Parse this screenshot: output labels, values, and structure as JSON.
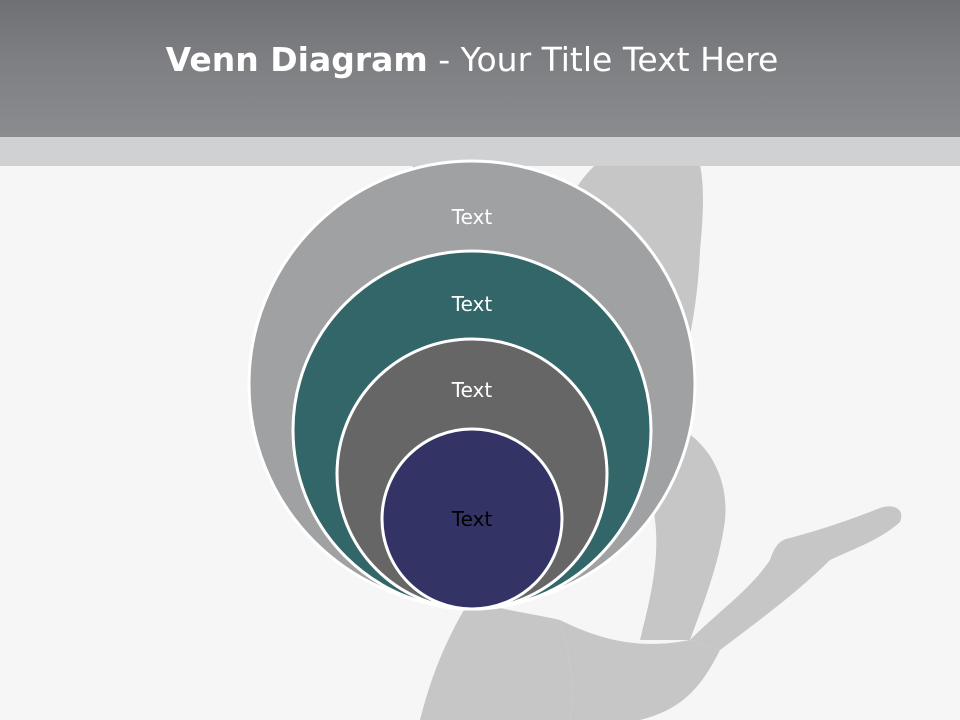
{
  "title": {
    "bold": "Venn Diagram",
    "rest": " - Your Title Text Here"
  },
  "venn": {
    "layers": [
      {
        "label": "Text",
        "color": "#a0a1a3",
        "text_color": "#ffffff"
      },
      {
        "label": "Text",
        "color": "#336668",
        "text_color": "#ffffff"
      },
      {
        "label": "Text",
        "color": "#666666",
        "text_color": "#ffffff"
      },
      {
        "label": "Text",
        "color": "#333366",
        "text_color": "#000000"
      }
    ],
    "outline_color": "#ffffff"
  },
  "background": {
    "title_bar_color": "#7e7f82",
    "sub_band_color": "#d0d1d2",
    "page_color": "#f6f6f6",
    "silhouette_color": "#c6c6c6"
  }
}
